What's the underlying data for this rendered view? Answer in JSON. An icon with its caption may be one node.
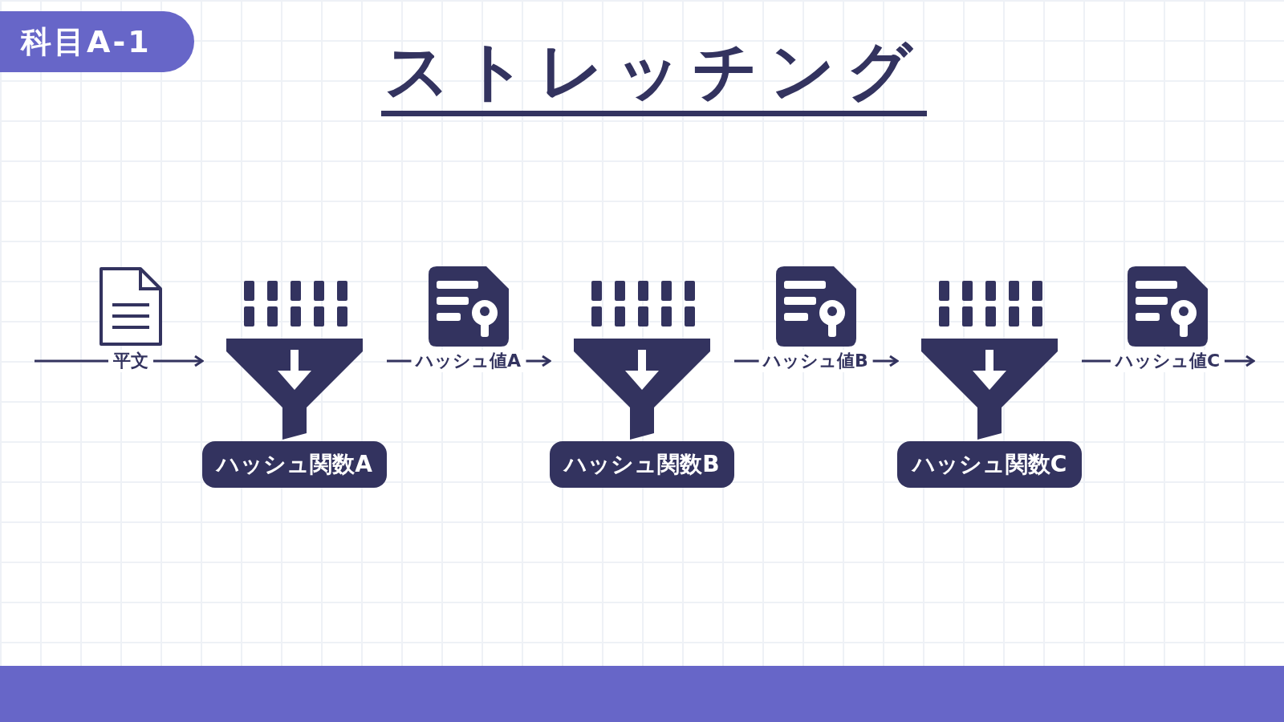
{
  "diagram": {
    "title": "ストレッチング",
    "nodes": [
      {
        "text": [
          "ハッシュ関数A"
        ]
      },
      {
        "text": [
          "ハッシュ関数B"
        ]
      },
      {
        "text": [
          "ハッシュ関数C"
        ]
      }
    ],
    "edges": [
      {
        "from": null,
        "to": 0,
        "arrow": "to",
        "label": "平文"
      },
      {
        "from": 0,
        "to": 1,
        "arrow": "to",
        "label": "ハッシュ値A"
      },
      {
        "from": 1,
        "to": 2,
        "arrow": "to",
        "label": "ハッシュ値B"
      },
      {
        "from": 2,
        "to": null,
        "arrow": "to",
        "label": "ハッシュ値C"
      }
    ],
    "labels": [
      "科目A-1"
    ]
  }
}
